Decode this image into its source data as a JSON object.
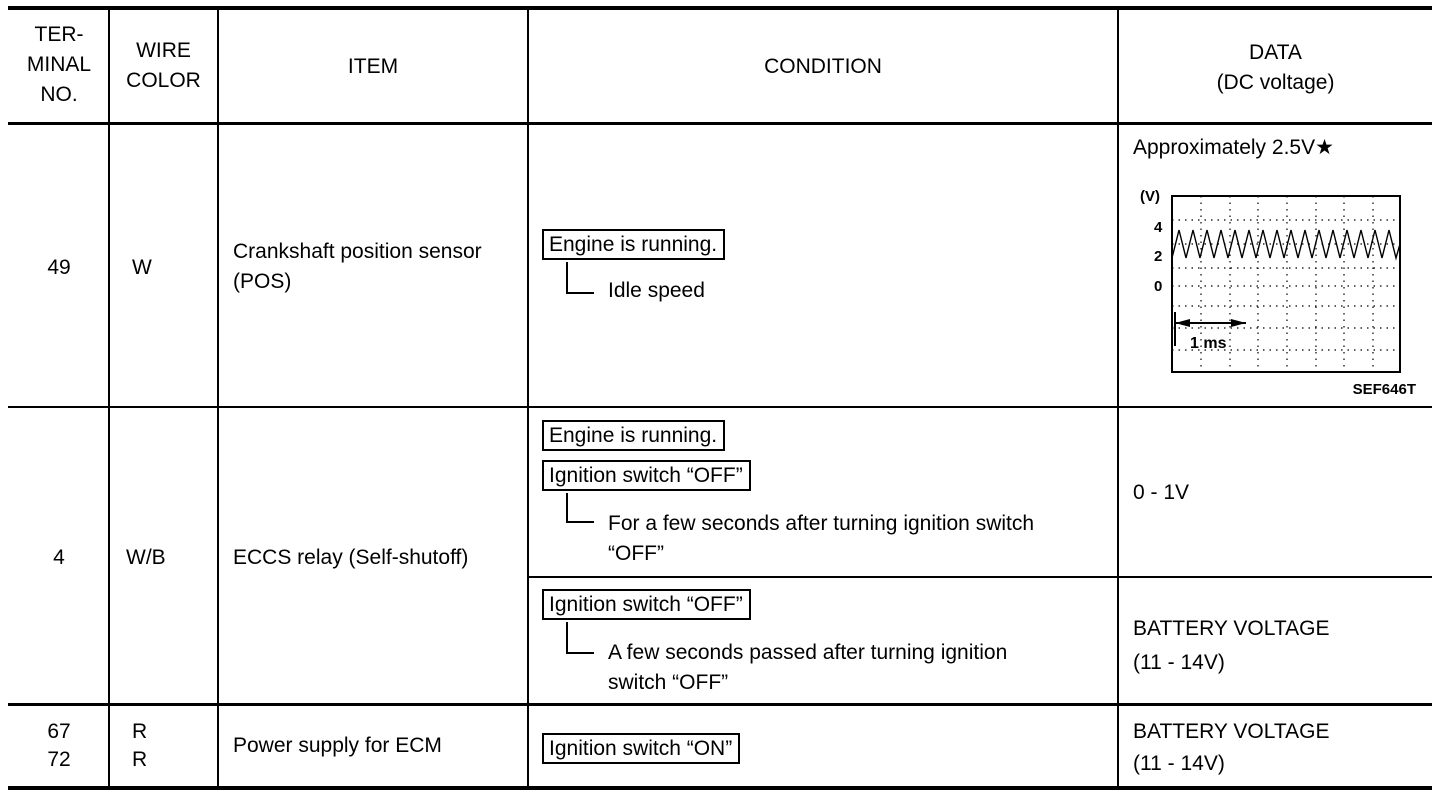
{
  "header": {
    "terminal_l1": "TER-",
    "terminal_l2": "MINAL",
    "terminal_l3": "NO.",
    "wire_l1": "WIRE",
    "wire_l2": "COLOR",
    "item": "ITEM",
    "condition": "CONDITION",
    "data_l1": "DATA",
    "data_l2": "(DC voltage)"
  },
  "rows": [
    {
      "terminal": "49",
      "wire": "W",
      "item_l1": "Crankshaft position sensor",
      "item_l2": "(POS)",
      "cond_box": "Engine is running.",
      "cond_sub": "Idle speed",
      "data": "Approximately 2.5V★",
      "waveform": {
        "unit_label": "(V)",
        "y_labels": [
          "4",
          "2",
          "0"
        ],
        "time_label": "1 ms",
        "figure_code": "SEF646T"
      }
    },
    {
      "terminal": "4",
      "wire": "W/B",
      "item": "ECCS relay (Self-shutoff)",
      "cond_a_box1": "Engine is running.",
      "cond_a_box2": "Ignition switch “OFF”",
      "cond_a_sub_l1": "For a few seconds after turning ignition switch",
      "cond_a_sub_l2": "“OFF”",
      "data_a": "0 - 1V",
      "cond_b_box": "Ignition switch “OFF”",
      "cond_b_sub_l1": "A few seconds passed after turning ignition",
      "cond_b_sub_l2": "switch “OFF”",
      "data_b_l1": "BATTERY VOLTAGE",
      "data_b_l2": "(11 - 14V)"
    },
    {
      "terminal_l1": "67",
      "terminal_l2": "72",
      "wire_l1": "R",
      "wire_l2": "R",
      "item": "Power supply for ECM",
      "cond_box": "Ignition switch “ON”",
      "data_l1": "BATTERY VOLTAGE",
      "data_l2": "(11 - 14V)"
    }
  ]
}
